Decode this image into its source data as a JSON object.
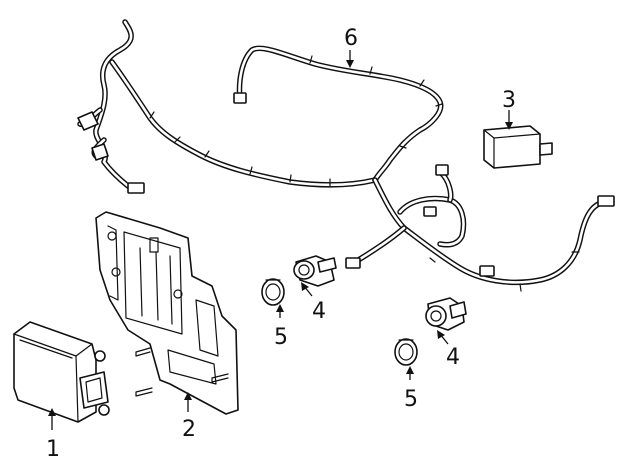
{
  "callouts": [
    {
      "id": "1",
      "label": "1"
    },
    {
      "id": "2",
      "label": "2"
    },
    {
      "id": "3",
      "label": "3"
    },
    {
      "id": "4a",
      "label": "4"
    },
    {
      "id": "4b",
      "label": "4"
    },
    {
      "id": "5a",
      "label": "5"
    },
    {
      "id": "5b",
      "label": "5"
    },
    {
      "id": "6",
      "label": "6"
    }
  ],
  "colors": {
    "line": "#111111",
    "background": "#ffffff"
  }
}
